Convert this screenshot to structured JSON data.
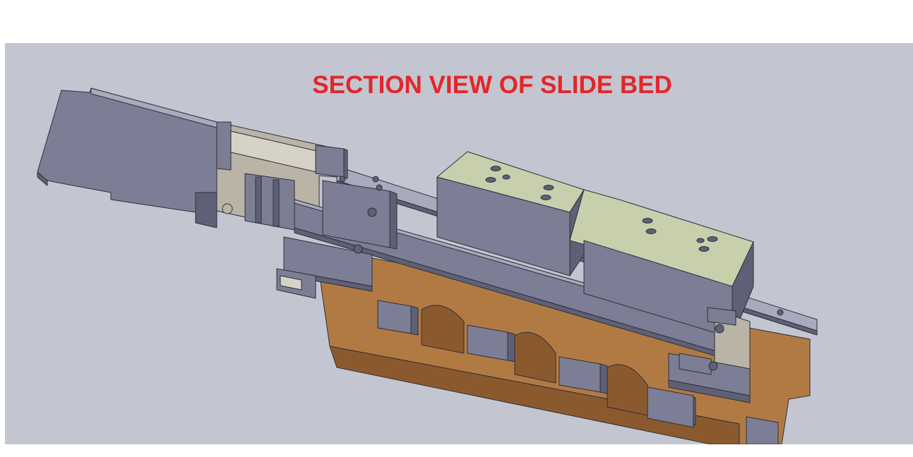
{
  "title": "SECTION VIEW OF SLIDE BED",
  "colors": {
    "background": "#c3c6d0",
    "title": "#e3262b",
    "steel_gray": "#7b7e94",
    "steel_dark": "#5e6175",
    "plate_green": "#c8cfad",
    "bed_copper": "#b27a43",
    "bed_copper_dark": "#8a5a2e",
    "housing_tan": "#b9b4a6",
    "rail_light": "#a8abbd"
  },
  "parts": [
    "motor-block",
    "coupling-housing",
    "ball-screw-shaft",
    "carriage-plate-left",
    "carriage-plate-right",
    "slide-bed-casting",
    "linear-rail",
    "end-bearing-support"
  ]
}
